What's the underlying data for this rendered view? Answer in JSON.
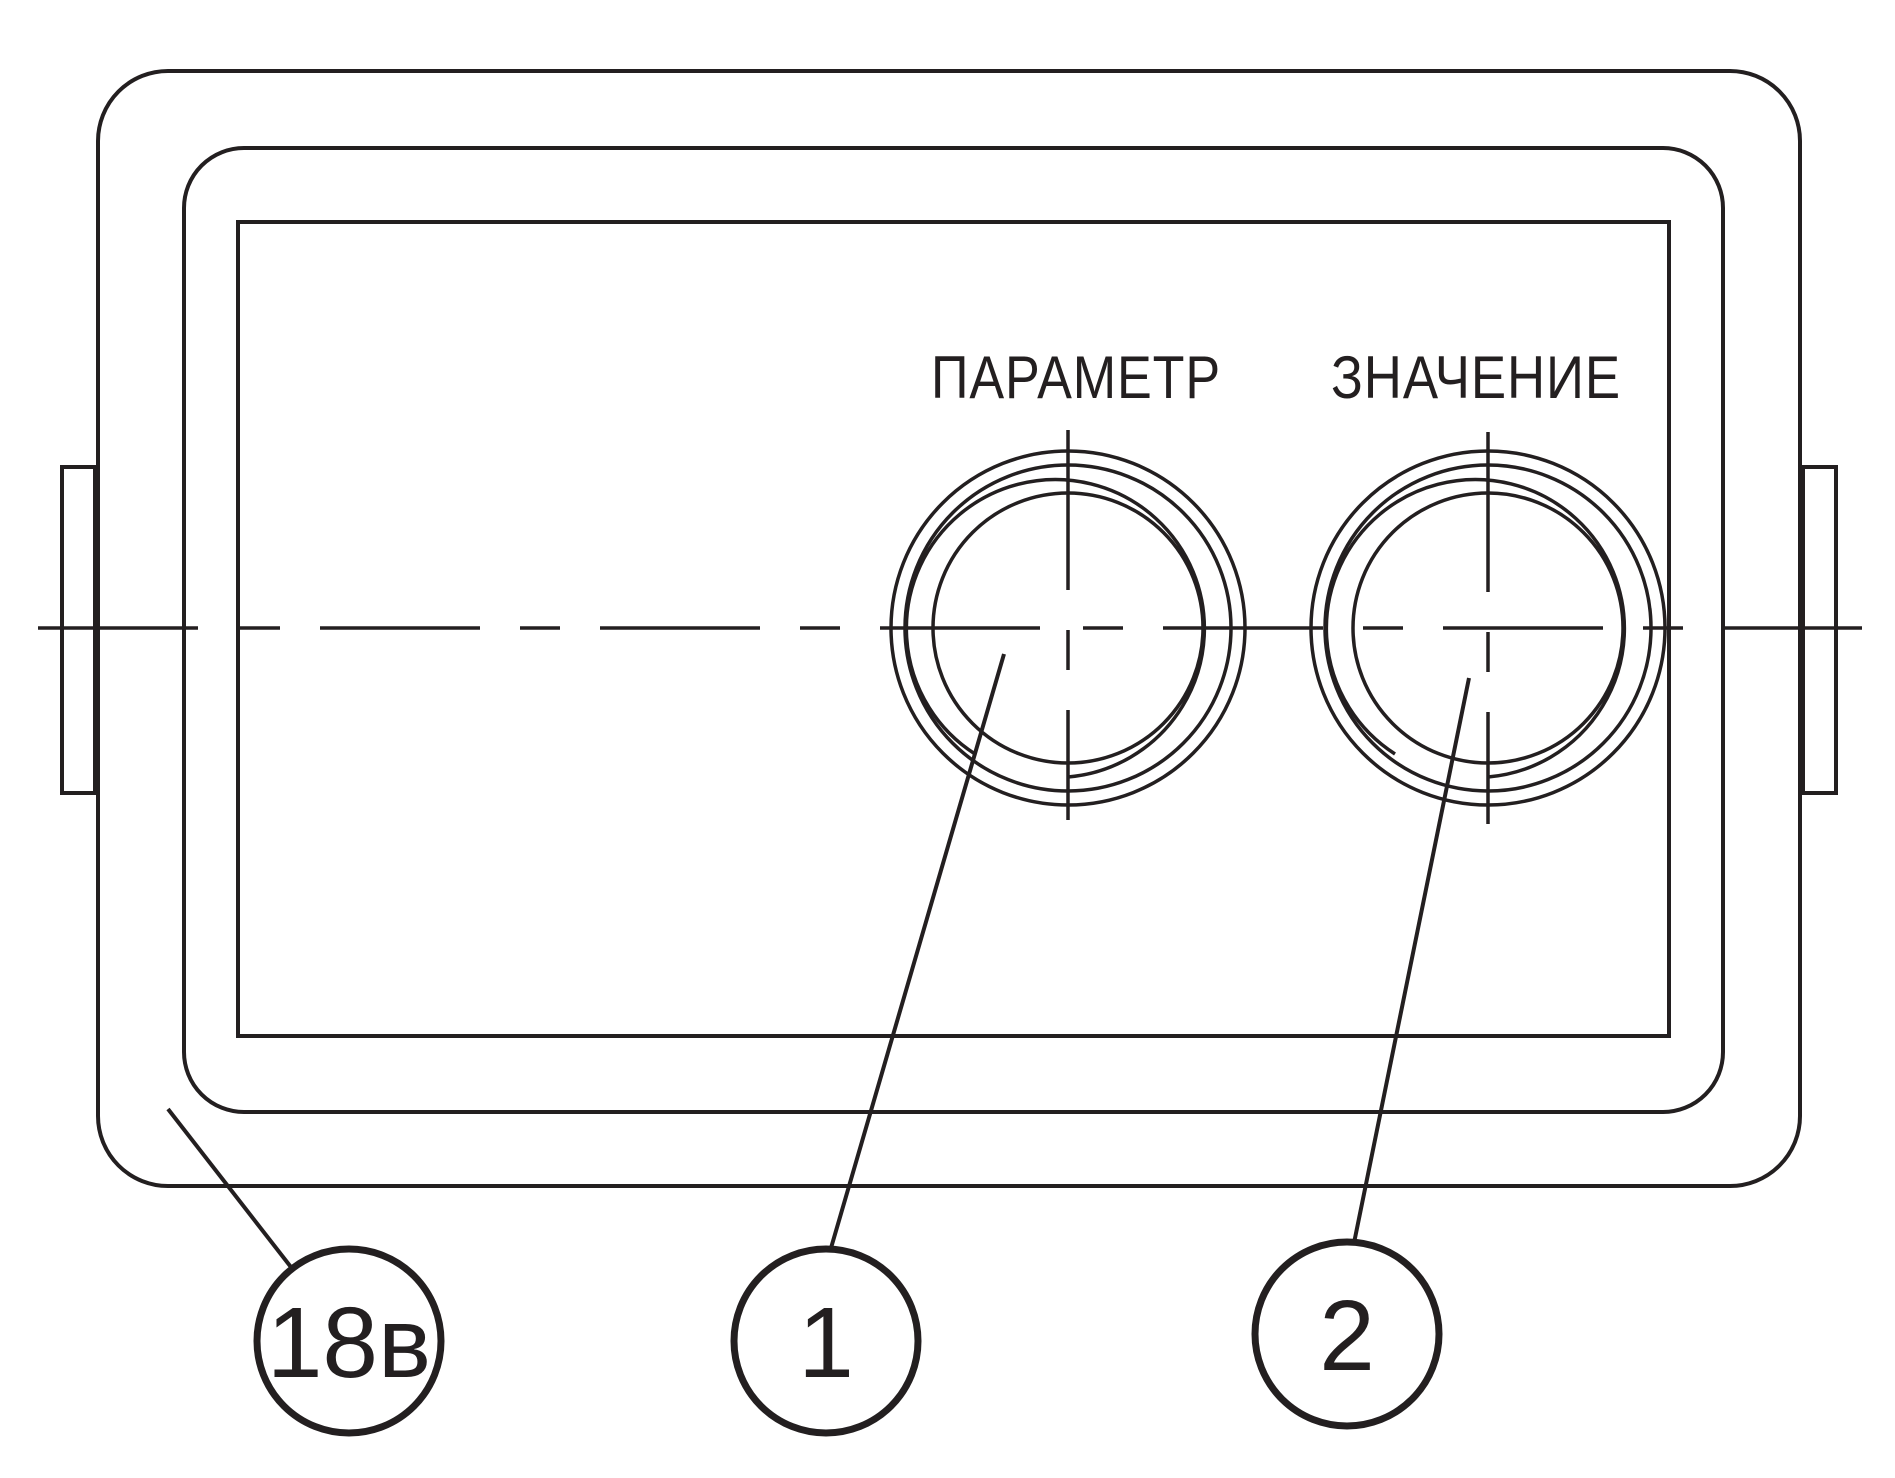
{
  "labels": {
    "knob_parameter": "ПАРАМЕТР",
    "knob_value": "ЗНАЧЕНИЕ"
  },
  "callouts": {
    "housing": "18в",
    "knob_1": "1",
    "knob_2": "2"
  },
  "colors": {
    "line": "#231f20",
    "background": "#ffffff"
  }
}
